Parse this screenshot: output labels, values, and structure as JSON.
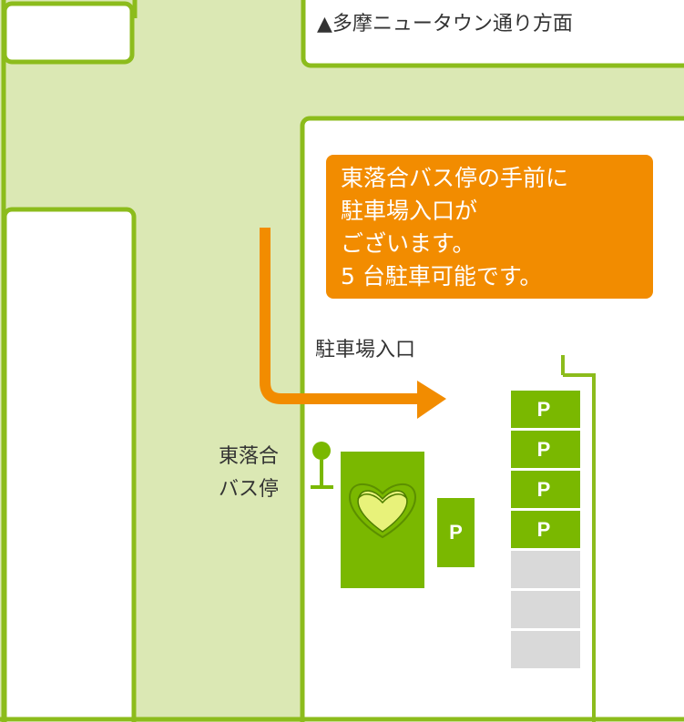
{
  "map": {
    "road_direction_label": "▲多摩ニュータウン通り方面",
    "callout": {
      "lines": [
        "東落合バス停の手前に",
        "駐車場入口が",
        "ございます。",
        "5 台駐車可能です。"
      ]
    },
    "entrance_label": "駐車場入口",
    "bus_stop_label": [
      "東落合",
      "バス停"
    ],
    "parking_symbol": "P",
    "parking_spaces": {
      "marked": [
        "P",
        "P",
        "P",
        "P"
      ],
      "unmarked_count": 3
    },
    "small_parking_sign": "P",
    "colors": {
      "road": "#dbe8b4",
      "outline": "#8cbc1c",
      "building": "#7ab800",
      "callout": "#f28c00",
      "arrow": "#f28c00",
      "empty_space": "#d9d9d9"
    }
  }
}
